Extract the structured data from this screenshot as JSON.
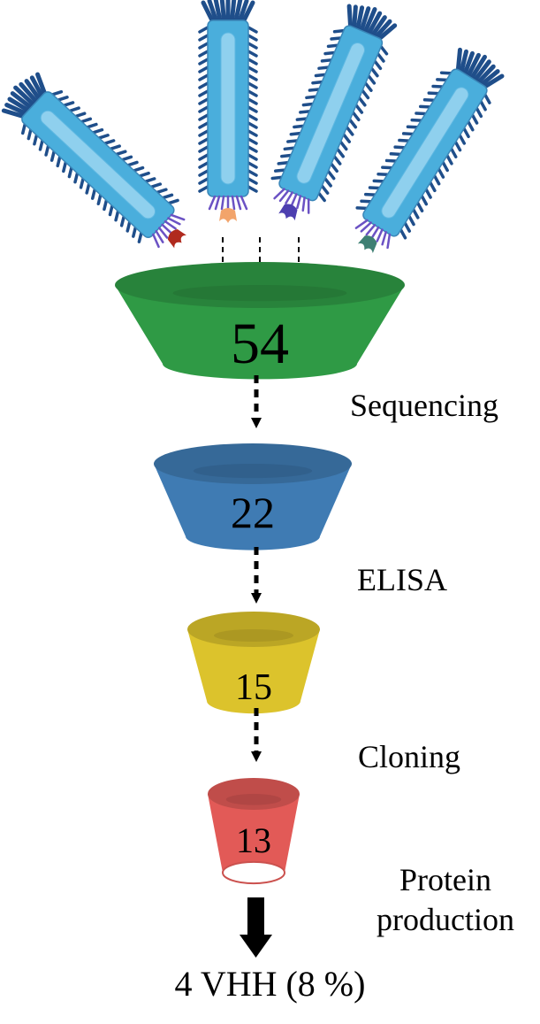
{
  "colors": {
    "phage_body": "#4aaedc",
    "phage_inner": "#8fd0ee",
    "phage_dark": "#1f4e8a",
    "tail": "#6b52c4",
    "funnel_1": "#2f9a45",
    "funnel_2": "#3f7bb3",
    "funnel_3": "#dcc32c",
    "funnel_4": "#e25a57",
    "arrow": "#000000"
  },
  "phages": [
    {
      "icon": "phage-icon",
      "binder_color": "#b02a1e"
    },
    {
      "icon": "phage-icon",
      "binder_color": "#f2a46b"
    },
    {
      "icon": "phage-icon",
      "binder_color": "#4d3fb0"
    },
    {
      "icon": "phage-icon",
      "binder_color": "#3e7f73"
    }
  ],
  "stages": [
    {
      "count": "54",
      "color": "#2f9a45",
      "step_label": "Sequencing"
    },
    {
      "count": "22",
      "color": "#3f7bb3",
      "step_label": "ELISA"
    },
    {
      "count": "15",
      "color": "#dcc32c",
      "step_label": "Cloning"
    },
    {
      "count": "13",
      "color": "#e25a57",
      "step_label_line1": "Protein",
      "step_label_line2": "production"
    }
  ],
  "result": "4 VHH (8 %)"
}
